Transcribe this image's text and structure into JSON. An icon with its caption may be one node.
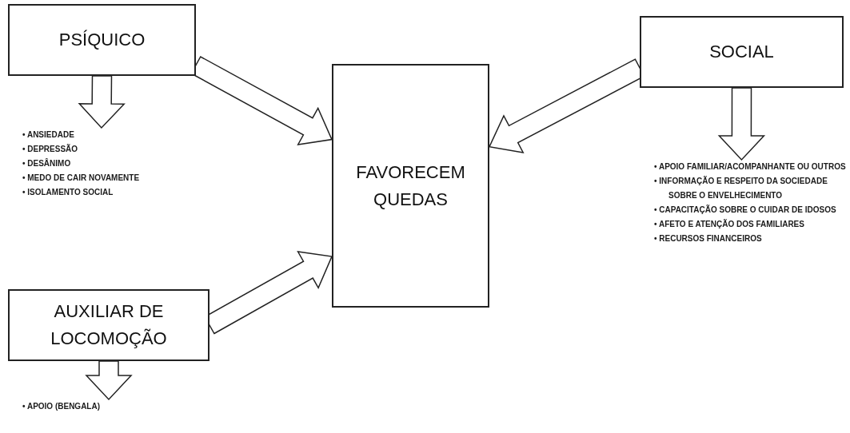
{
  "diagram": {
    "nodes": [
      {
        "text": [
          "PSÍQUICO"
        ]
      },
      {
        "text": [
          "SOCIAL"
        ]
      },
      {
        "text": [
          "FAVORECEM QUEDAS"
        ]
      },
      {
        "text": [
          "• ANSIEDADE",
          "• DEPRESSÃO",
          "• DESÂNIMO",
          "• MEDO DE CAIR NOVAMENTE",
          "• ISOLAMENTO SOCIAL"
        ]
      },
      {
        "text": [
          "• APOIO FAMILIAR/ACOMPANHANTE OU OUTROS",
          "• INFORMAÇÃO E RESPEITO DA SOCIEDADE SOBRE O ENVELHECIMENTO",
          "• CAPACITAÇÃO SOBRE O CUIDAR DE IDOSOS",
          "• AFETO E ATENÇÃO DOS FAMILIARES",
          "• RECURSOS FINANCEIROS"
        ]
      },
      {
        "text": [
          "AUXILIAR DE LOCOMOÇÃO"
        ]
      },
      {
        "text": [
          "• APOIO (BENGALA)"
        ]
      }
    ],
    "edges": [
      {
        "from": 0,
        "to": 2,
        "arrow": "to"
      },
      {
        "from": 1,
        "to": 2,
        "arrow": "to"
      },
      {
        "from": 5,
        "to": 2,
        "arrow": "to"
      },
      {
        "from": 0,
        "to": 3,
        "arrow": "to"
      },
      {
        "from": 1,
        "to": 4,
        "arrow": "to"
      },
      {
        "from": 5,
        "to": 6,
        "arrow": "to"
      }
    ]
  }
}
